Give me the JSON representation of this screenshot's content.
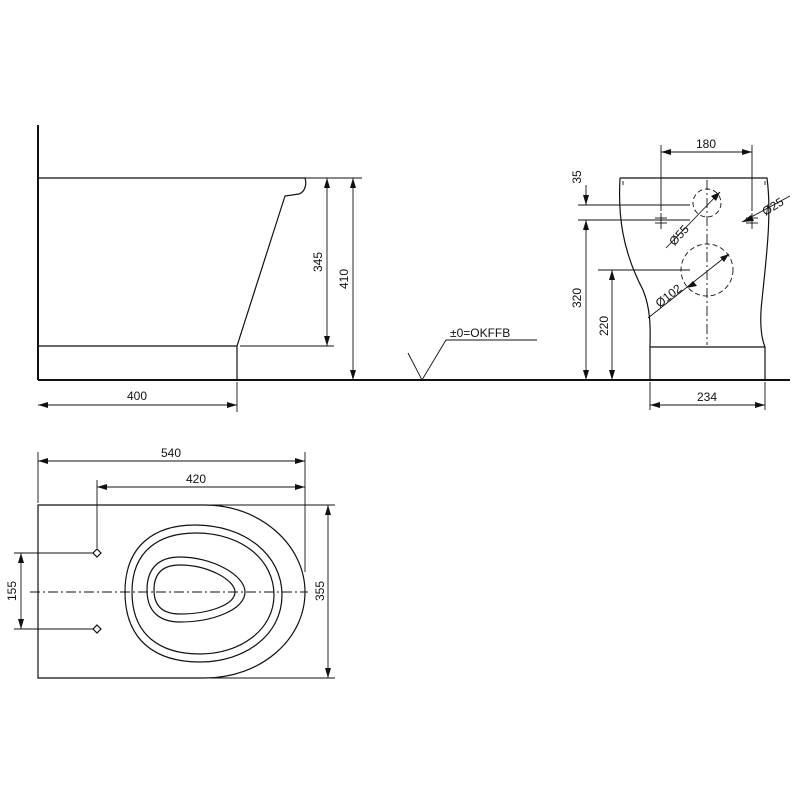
{
  "side_view": {
    "dim_width": "400",
    "dim_height_345": "345",
    "dim_height_410": "410"
  },
  "floor": {
    "label": "±0=OKFFB"
  },
  "front_view": {
    "dim_180": "180",
    "dim_35": "35",
    "dim_320": "320",
    "dim_220": "220",
    "dim_234": "234",
    "dia_55": "Ø55",
    "dia_25": "Ø25",
    "dia_102": "Ø102"
  },
  "top_view": {
    "dim_540": "540",
    "dim_420": "420",
    "dim_155": "155",
    "dim_355": "355"
  }
}
